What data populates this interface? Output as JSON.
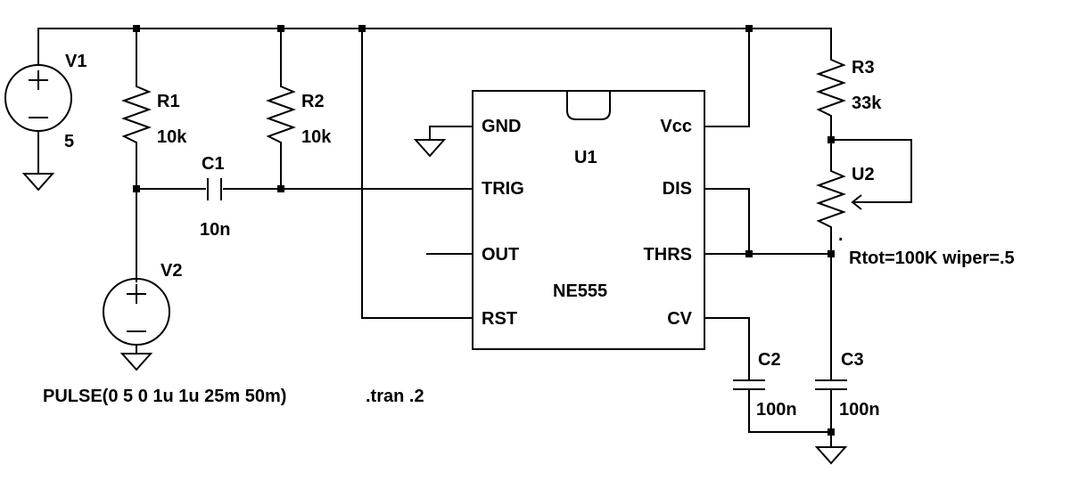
{
  "sources": {
    "v1": {
      "name": "V1",
      "value": "5"
    },
    "v2": {
      "name": "V2",
      "value": "PULSE(0 5 0 1u 1u 25m 50m)"
    }
  },
  "directive": ".tran .2",
  "resistors": {
    "r1": {
      "name": "R1",
      "value": "10k"
    },
    "r2": {
      "name": "R2",
      "value": "10k"
    },
    "r3": {
      "name": "R3",
      "value": "33k"
    }
  },
  "capacitors": {
    "c1": {
      "name": "C1",
      "value": "10n"
    },
    "c2": {
      "name": "C2",
      "value": "100n"
    },
    "c3": {
      "name": "C3",
      "value": "100n"
    }
  },
  "pot": {
    "name": "U2",
    "param_mark": ".",
    "params": "Rtot=100K wiper=.5"
  },
  "ic": {
    "name": "U1",
    "part": "NE555",
    "pins": {
      "gnd": "GND",
      "trig": "TRIG",
      "out": "OUT",
      "rst": "RST",
      "vcc": "Vcc",
      "dis": "DIS",
      "thrs": "THRS",
      "cv": "CV"
    }
  }
}
